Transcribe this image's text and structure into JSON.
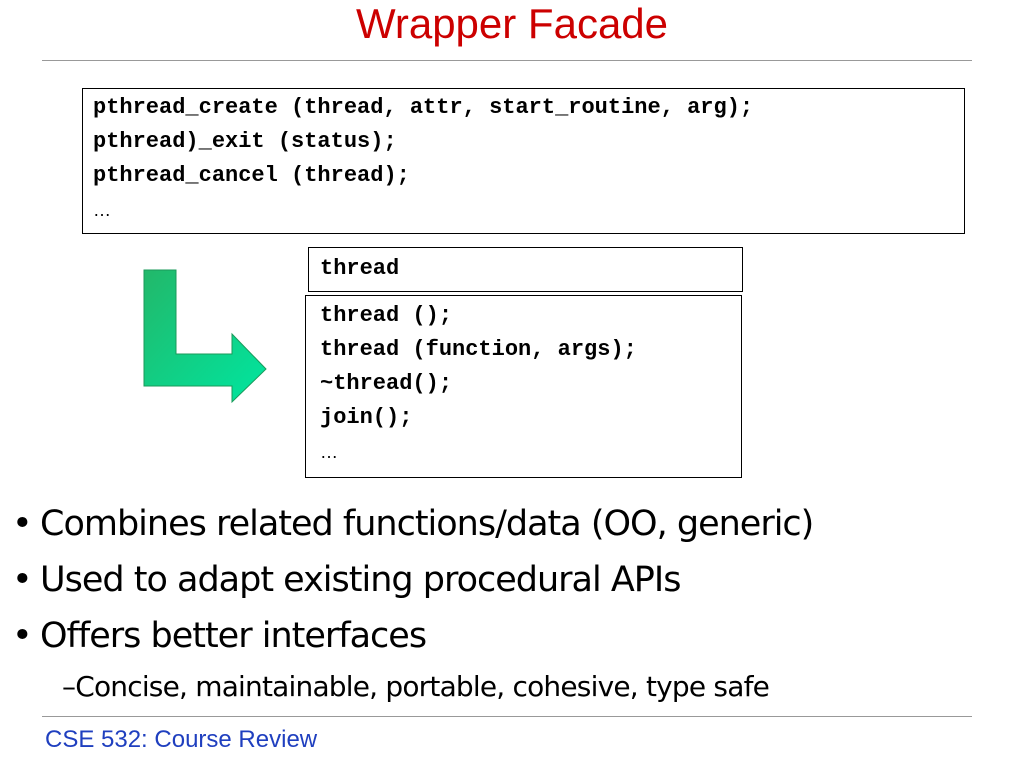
{
  "slide": {
    "title": "Wrapper Facade",
    "footer": "CSE 532: Course Review",
    "c_api_lines": [
      "pthread_create (thread, attr, start_routine, arg);",
      "pthread)_exit (status);",
      "pthread_cancel (thread);",
      "…"
    ],
    "class_name": "thread",
    "class_methods": [
      "thread ();",
      "thread (function, args);",
      "~thread();",
      "join();",
      "…"
    ],
    "bullets": [
      "Combines related functions/data (OO, generic)",
      "Used to adapt existing procedural APIs",
      "Offers better interfaces"
    ],
    "bullet_marker": "•",
    "sub_bullet": "–Concise, maintainable, portable, cohesive, type safe"
  },
  "colors": {
    "title": "#cc0000",
    "footer": "#1f3fbf",
    "arrow_light": "#00e6a0",
    "arrow_dark": "#22b86a"
  },
  "icons": {
    "arrow": "bent-arrow-down-right-icon"
  }
}
